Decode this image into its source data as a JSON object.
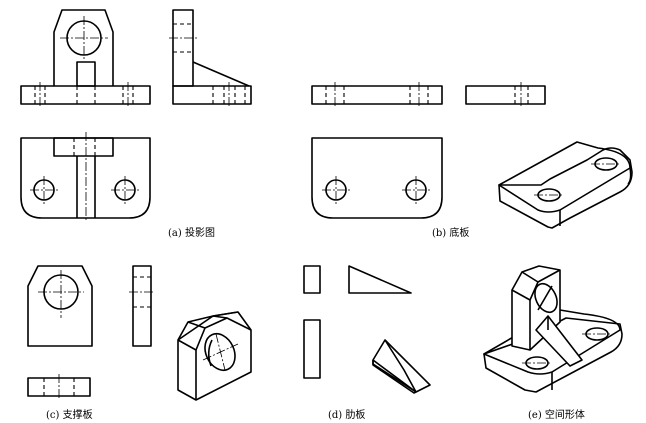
{
  "captions": {
    "a": "(a) 投影图",
    "b": "(b) 底板",
    "c": "(c) 支撑板",
    "d": "(d) 肋板",
    "e": "(e) 空间形体"
  }
}
